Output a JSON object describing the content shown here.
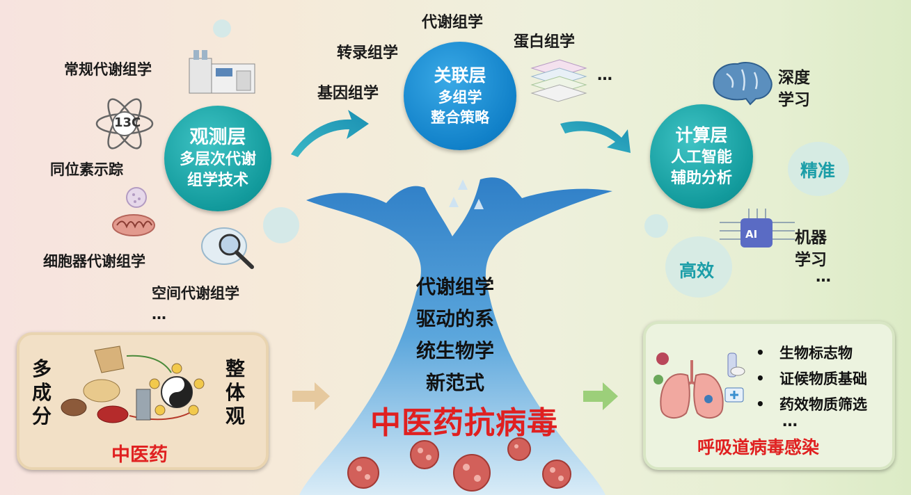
{
  "observation": {
    "circle_title": "观测层",
    "circle_line1": "多层次代谢",
    "circle_line2": "组学技术",
    "labels": [
      "常规代谢组学",
      "同位素示踪",
      "细胞器代谢组学",
      "空间代谢组学",
      "…"
    ],
    "isotope_label": "13C"
  },
  "association": {
    "circle_title": "关联层",
    "circle_line1": "多组学",
    "circle_line2": "整合策略",
    "labels": [
      "代谢组学",
      "转录组学",
      "基因组学",
      "蛋白组学",
      "…"
    ]
  },
  "computation": {
    "circle_title": "计算层",
    "circle_line1": "人工智能",
    "circle_line2": "辅助分析",
    "deep_learning": [
      "深度",
      "学习"
    ],
    "machine_learning": [
      "机器",
      "学习",
      "…"
    ],
    "precise": "精准",
    "efficient": "高效",
    "ai_chip": "AI"
  },
  "center": {
    "lines": [
      "代谢组学",
      "驱动的系",
      "统生物学",
      "新范式"
    ],
    "main_title": "中医药抗病毒"
  },
  "tcm_box": {
    "left_vertical": "多成分",
    "right_vertical": "整体观",
    "title": "中医药"
  },
  "outcome_box": {
    "bullets": [
      "生物标志物",
      "证候物质基础",
      "药效物质筛选"
    ],
    "ellipsis": "…",
    "title": "呼吸道病毒感染"
  },
  "colors": {
    "teal": "#129a9c",
    "blue": "#1181c9",
    "red": "#e02020",
    "tcm_box_bg": "#f2e0c6",
    "outcome_box_bg": "#ecf3df"
  }
}
